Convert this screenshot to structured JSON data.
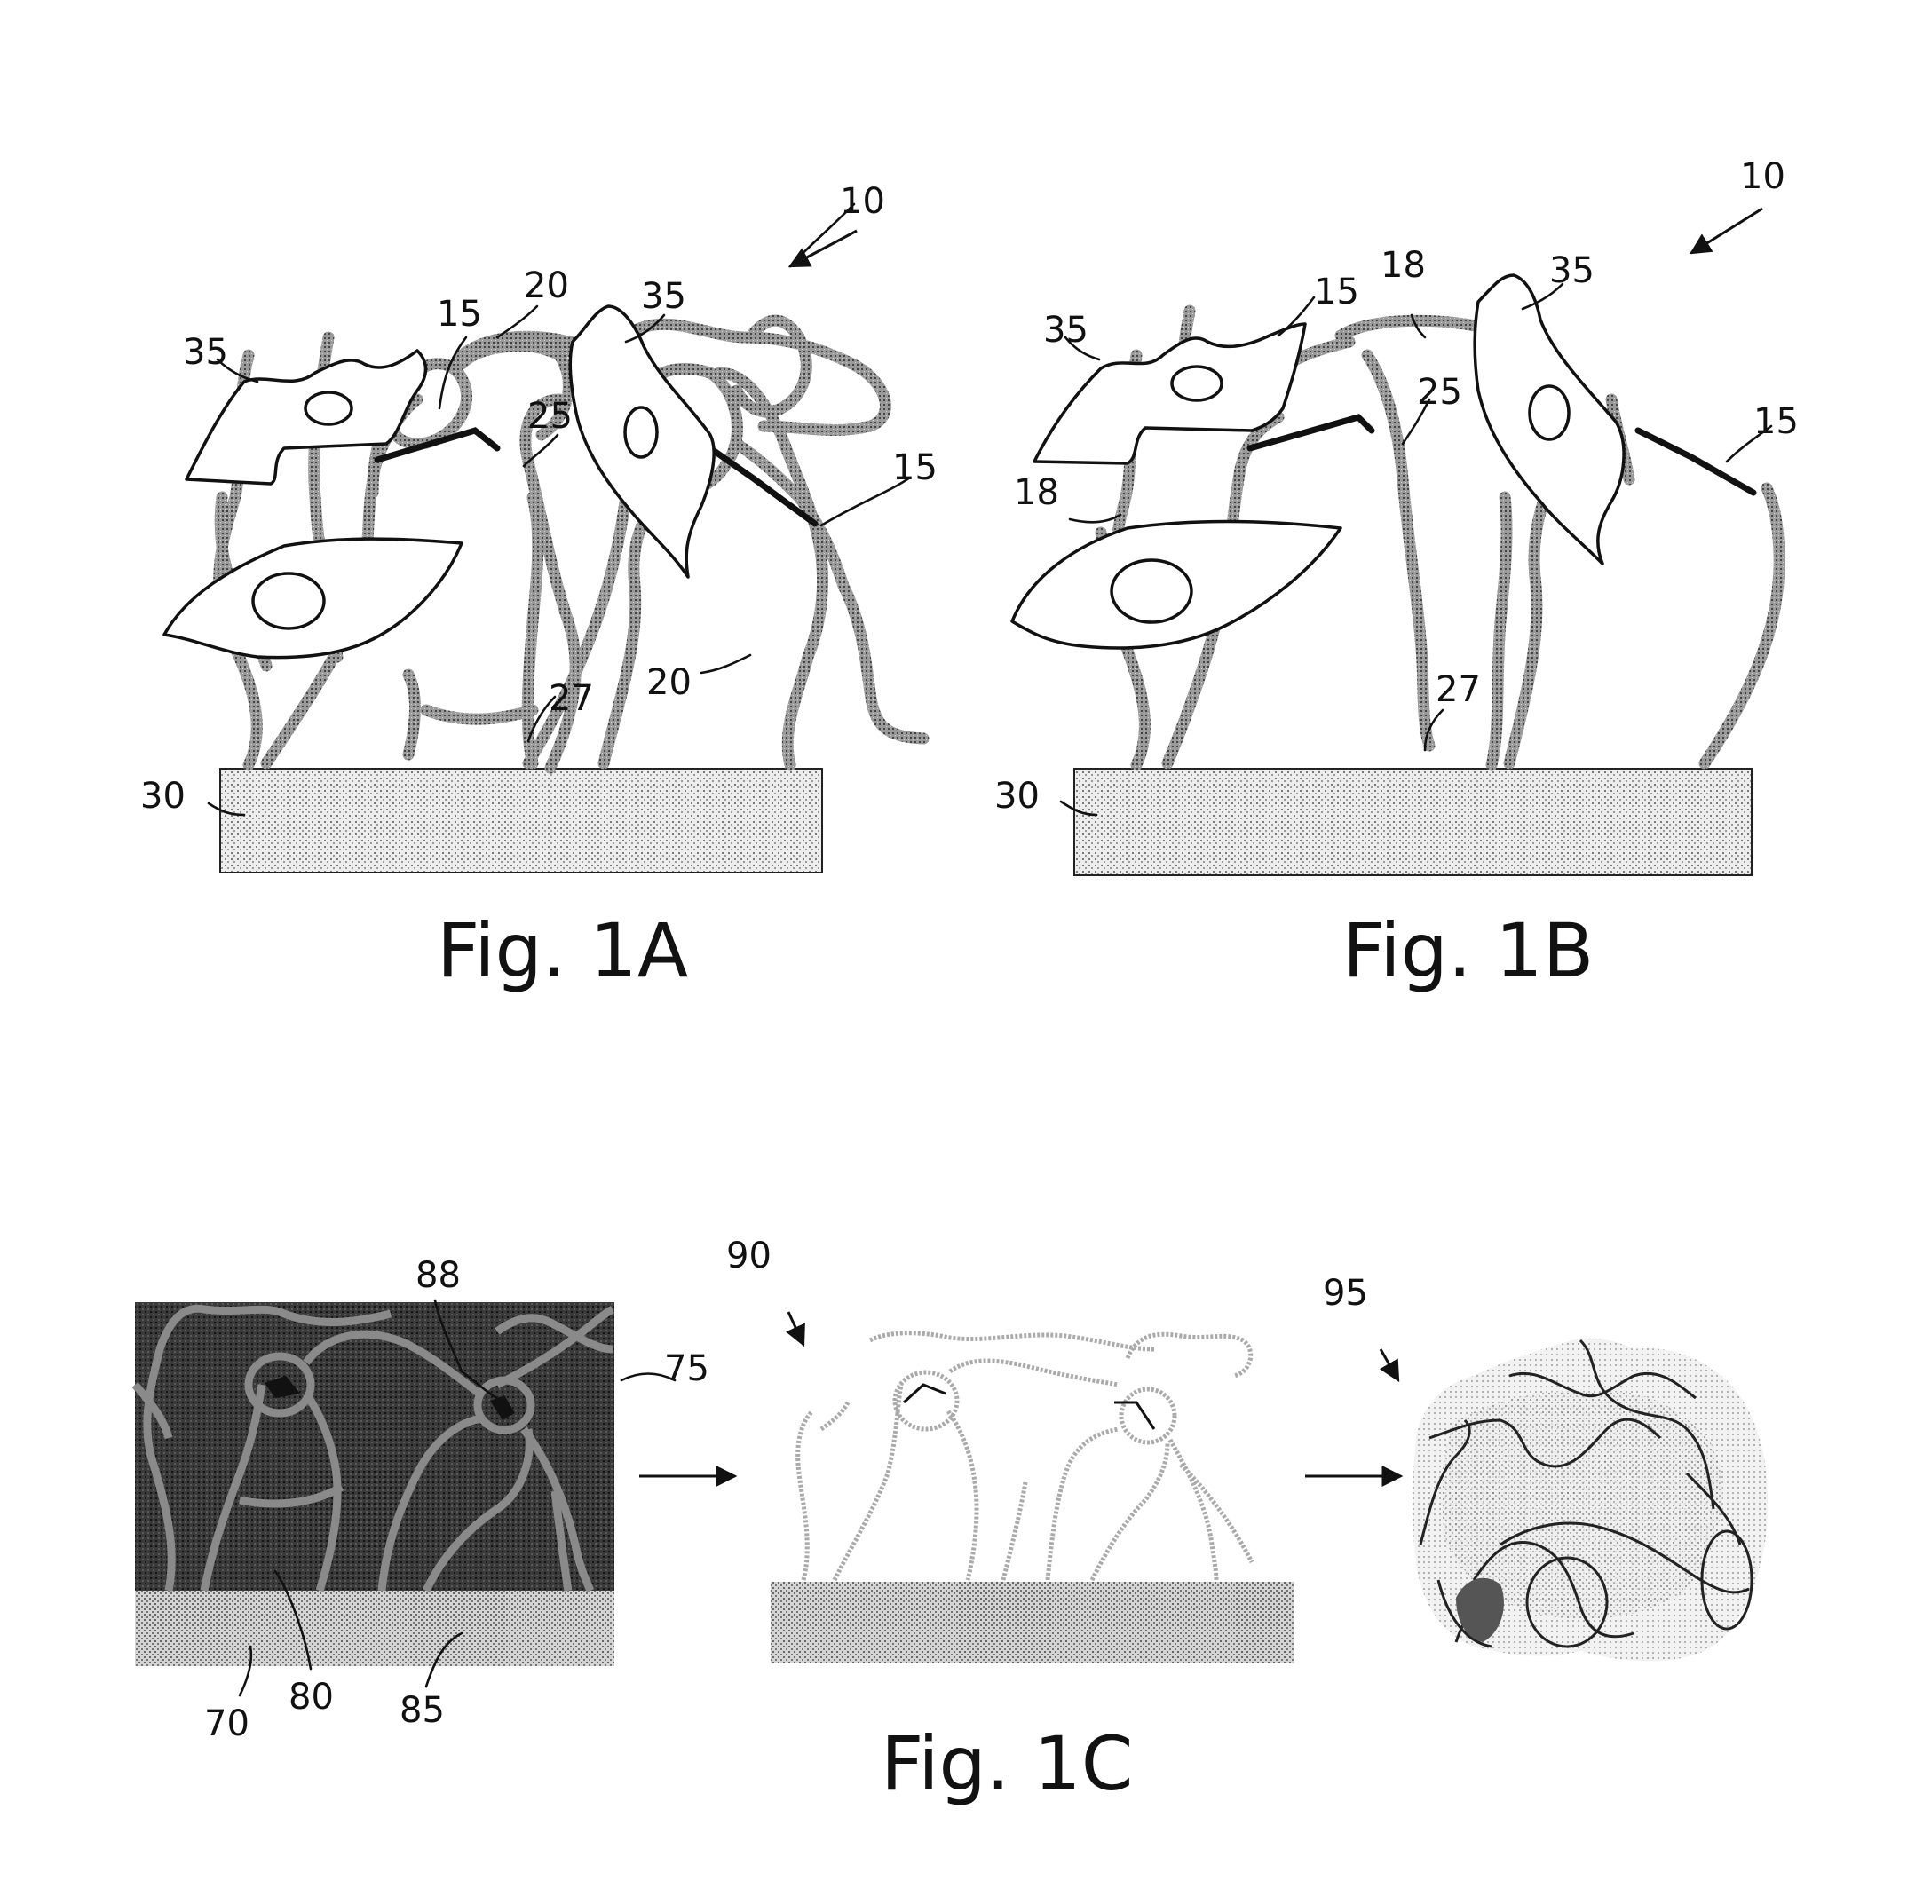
{
  "figures": {
    "fig1a": {
      "caption": "Fig. 1A",
      "labels": {
        "assembly": "10",
        "network_top": "20",
        "network_side": "20",
        "crosslink_left": "15",
        "crosslink_right": "15",
        "fiber": "25",
        "anchor": "27",
        "substrate": "30",
        "cell_left": "35",
        "cell_right": "35"
      }
    },
    "fig1b": {
      "caption": "Fig. 1B",
      "labels": {
        "assembly": "10",
        "fiber_top": "18",
        "fiber_left": "18",
        "crosslink_left": "15",
        "crosslink_right": "15",
        "fiber": "25",
        "anchor": "27",
        "substrate": "30",
        "cell_left": "35",
        "cell_right": "35"
      }
    },
    "fig1c": {
      "caption": "Fig. 1C",
      "labels": {
        "template": "75",
        "junction": "88",
        "base": "70",
        "channel": "80",
        "layer": "85",
        "scaffold": "90",
        "collapsed": "95"
      }
    }
  }
}
